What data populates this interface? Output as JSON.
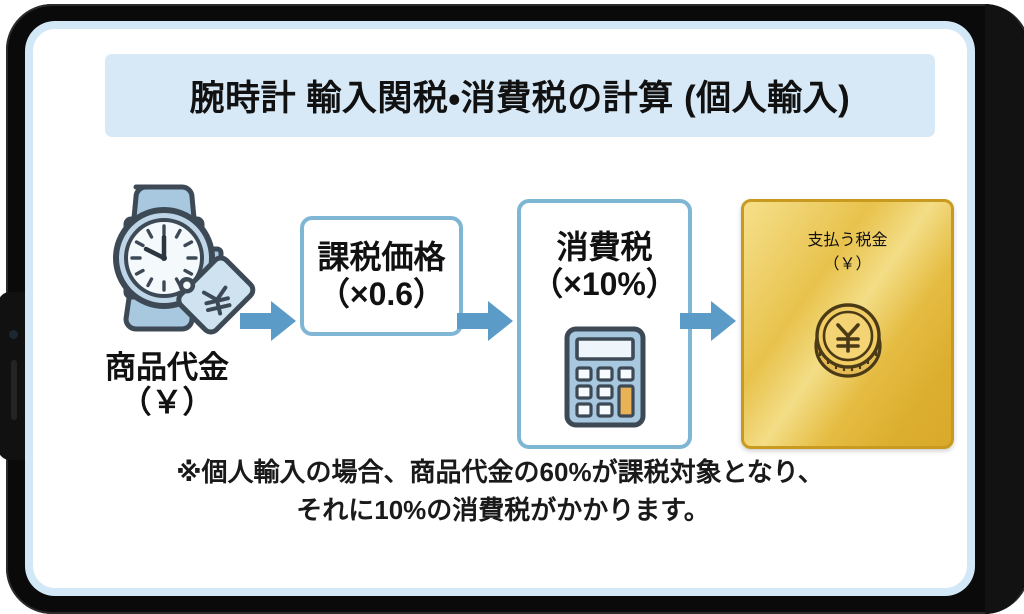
{
  "page": {
    "title": "腕時計 輸入関税・消費税の計算 (個人輸入)",
    "device": "tablet-frame",
    "colors": {
      "banner_bg": "#d7e9f6",
      "screen_border": "#d2e8f7",
      "bezel": "#0a0a0a",
      "arrow": "#5b9bc7",
      "box_border": "#7fb6d4",
      "gold_light": "#f7e08a",
      "gold_dark": "#d9a92a",
      "gold_border": "#c89a20",
      "icon_blue": "#a8c8e0",
      "icon_outline": "#3d4a56",
      "calc_key_orange": "#e8b255"
    }
  },
  "flow": {
    "step1": {
      "icon": "wristwatch-price-tag-icon",
      "label_line1": "商品代金",
      "label_line2": "（￥）"
    },
    "arrow1": {
      "icon": "arrow-right-icon"
    },
    "step2": {
      "title": "課税価格",
      "sub": "（×0.6）"
    },
    "arrow2": {
      "icon": "arrow-right-icon"
    },
    "step3": {
      "title": "消費税",
      "sub": "（×10%）",
      "icon": "calculator-icon"
    },
    "arrow3": {
      "icon": "arrow-right-icon"
    },
    "step4": {
      "title": "支払う税金",
      "sub": "（￥）",
      "icon": "yen-coin-icon"
    }
  },
  "footnote": {
    "line1": "※個人輸入の場合、商品代金の60%が課税対象となり、",
    "line2": "それに10%の消費税がかかります。"
  }
}
